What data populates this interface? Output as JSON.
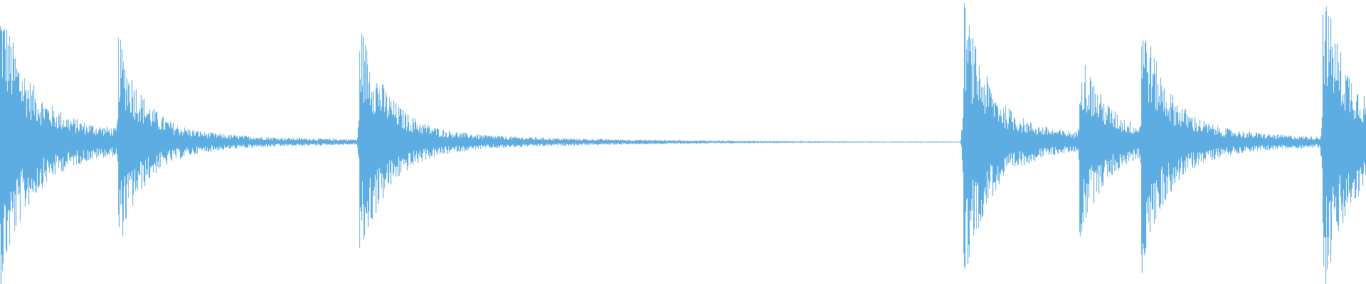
{
  "waveform": {
    "color": "#5dade2",
    "transients": [
      {
        "time": 0.0,
        "peak": 0.9,
        "decay": 0.02,
        "tail": 0.2
      },
      {
        "time": 0.086,
        "peak": 0.72,
        "decay": 0.018,
        "tail": 0.14
      },
      {
        "time": 0.263,
        "peak": 0.8,
        "decay": 0.02,
        "tail": 0.12
      },
      {
        "time": 0.705,
        "peak": 0.93,
        "decay": 0.018,
        "tail": 0.15
      },
      {
        "time": 0.79,
        "peak": 0.63,
        "decay": 0.018,
        "tail": 0.16
      },
      {
        "time": 0.835,
        "peak": 0.88,
        "decay": 0.018,
        "tail": 0.15
      },
      {
        "time": 0.968,
        "peak": 0.99,
        "decay": 0.02,
        "tail": 0.18
      }
    ]
  }
}
